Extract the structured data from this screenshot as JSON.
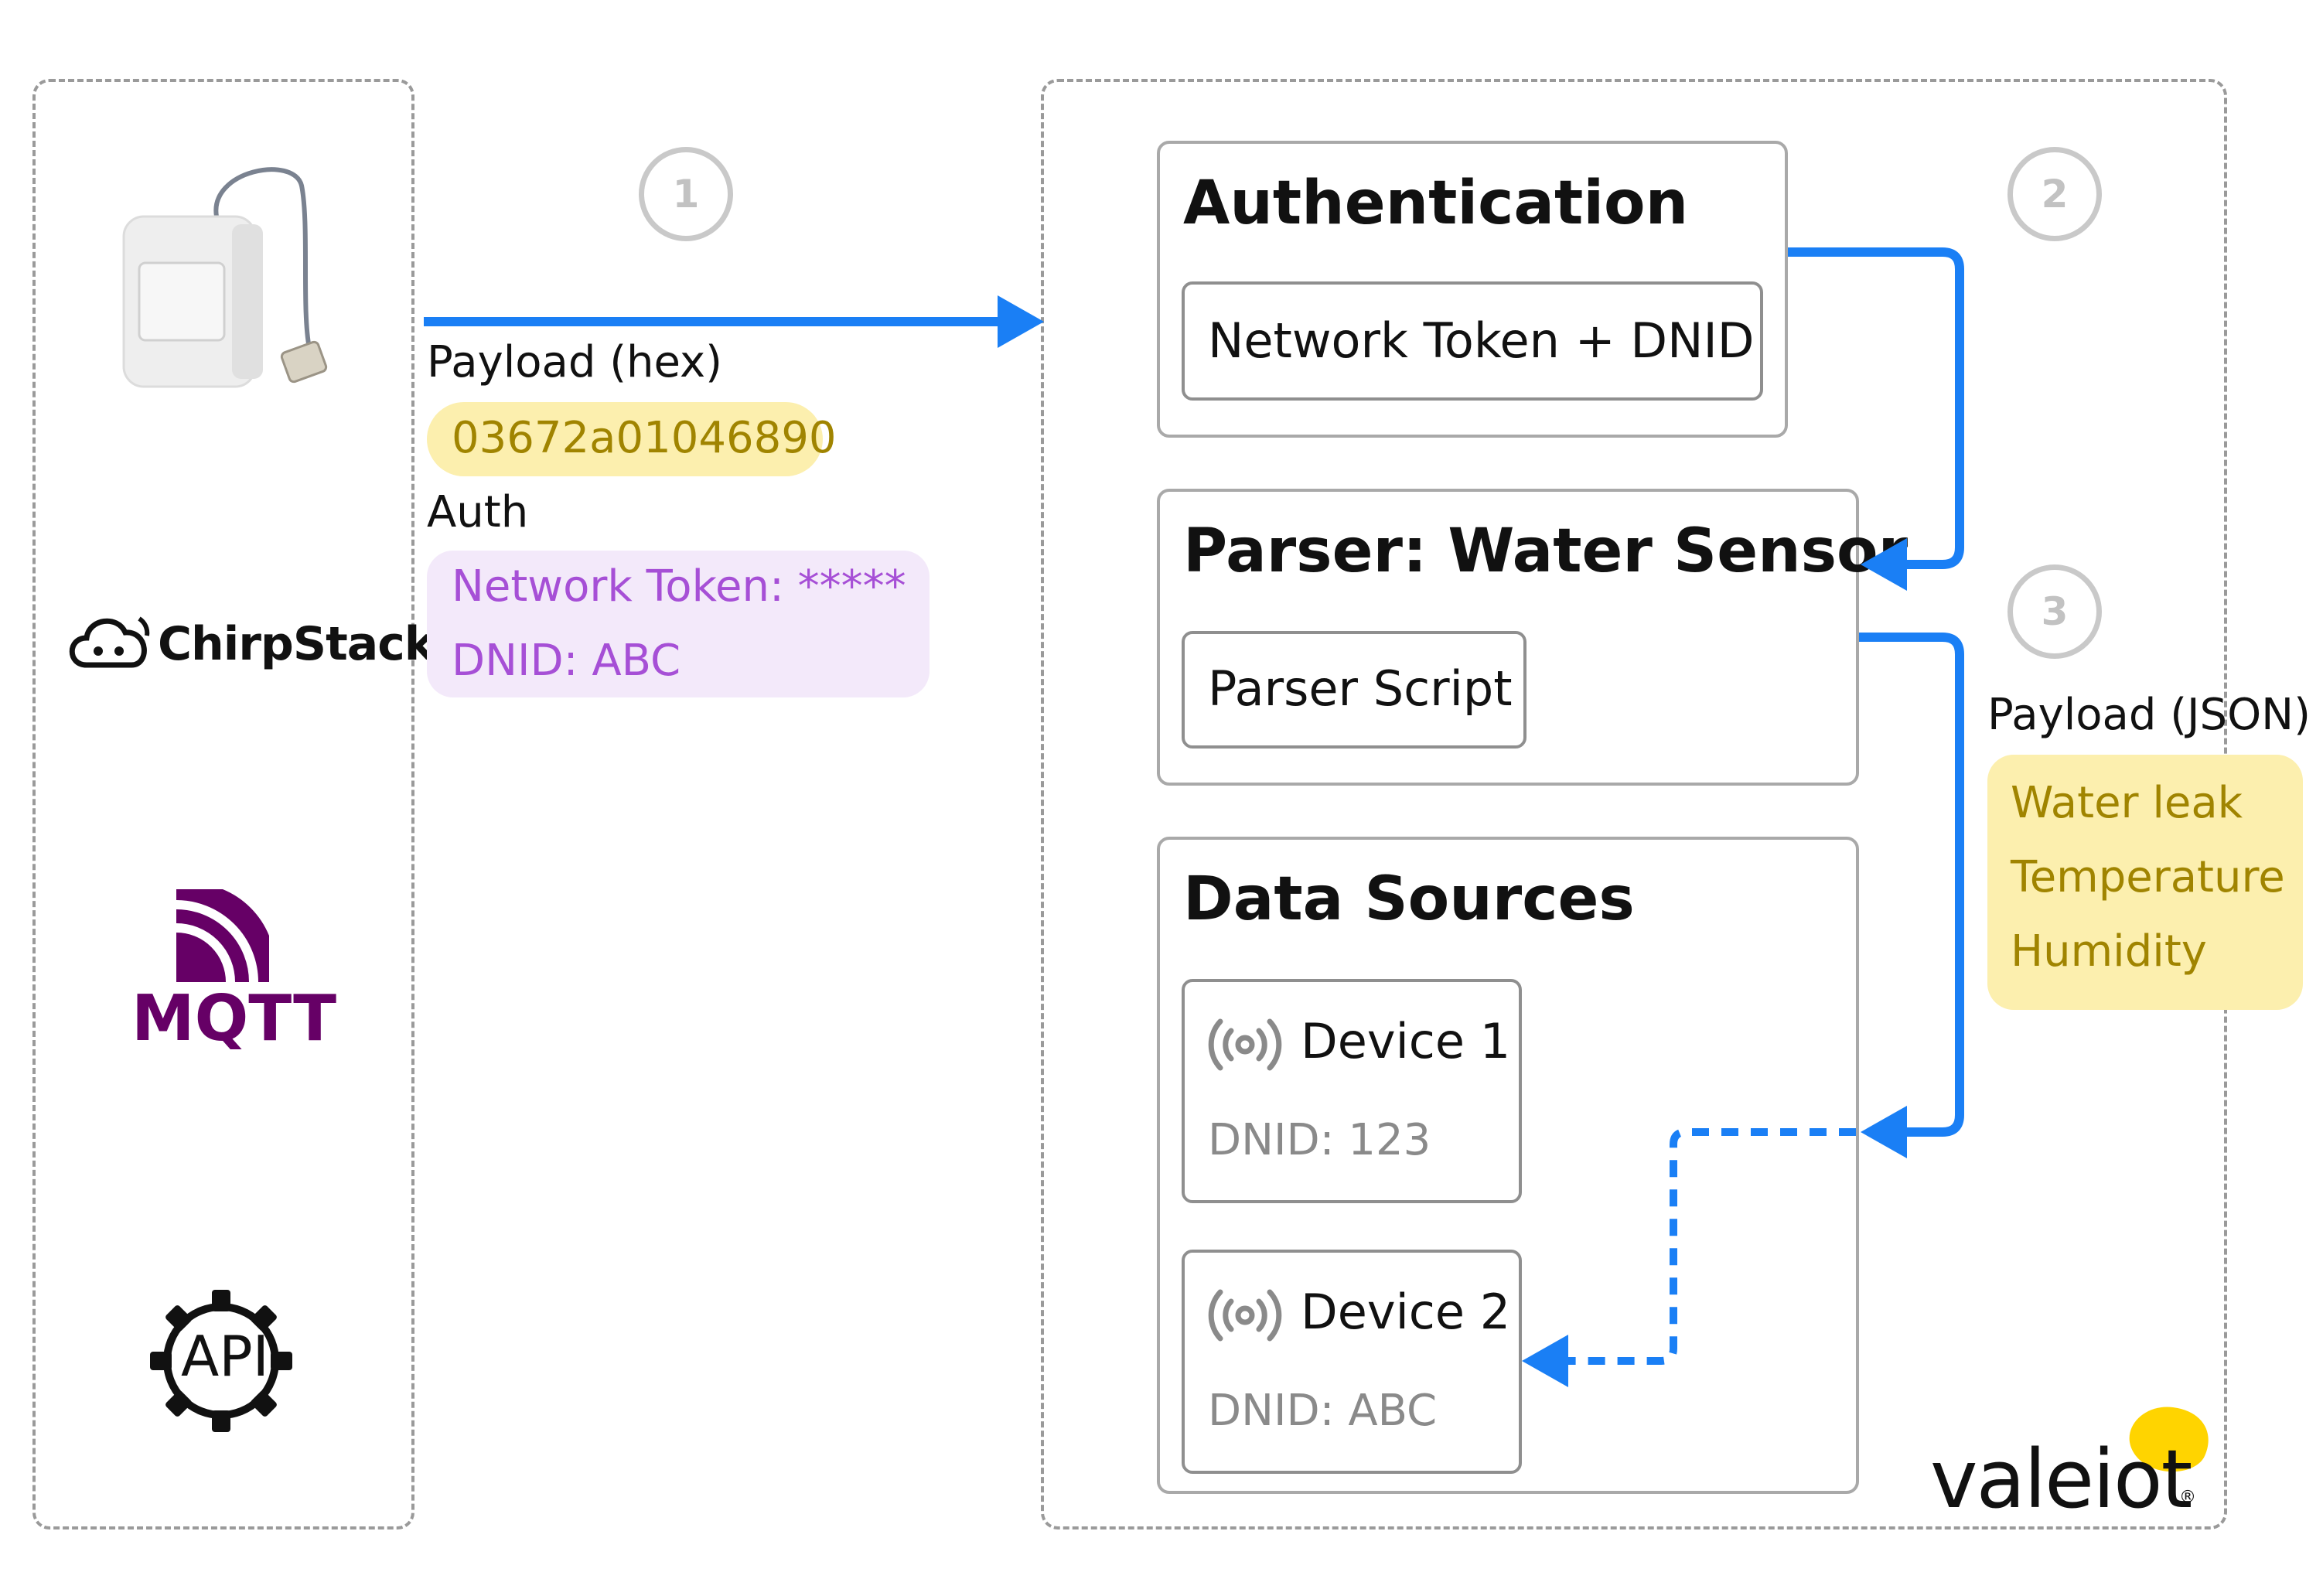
{
  "steps": [
    "1",
    "2",
    "3"
  ],
  "left_panel": {
    "logos": {
      "chirpstack": "ChirpStack",
      "mqtt": "MQTT",
      "api": "API"
    }
  },
  "flow": {
    "payload_hex_label": "Payload (hex)",
    "payload_hex_value": "03672a01046890",
    "auth_label": "Auth",
    "auth_lines": [
      "Network Token: *****",
      "DNID: ABC"
    ],
    "payload_json_label": "Payload (JSON)",
    "payload_json_lines": [
      "Water leak",
      "Temperature",
      "Humidity"
    ]
  },
  "boxes": {
    "authentication": {
      "title": "Authentication",
      "item": "Network Token + DNID"
    },
    "parser": {
      "title": "Parser: Water Sensor",
      "item": "Parser Script"
    },
    "data_sources": {
      "title": "Data Sources",
      "devices": [
        {
          "name": "Device 1",
          "dnid": "DNID: 123",
          "icon": "signal-icon"
        },
        {
          "name": "Device 2",
          "dnid": "DNID: ABC",
          "icon": "signal-icon"
        }
      ]
    }
  },
  "brand": {
    "name": "valeiot",
    "registered": "®"
  },
  "colors": {
    "arrow": "#1a7ff5",
    "hex_pill_bg": "#fcefae",
    "hex_pill_text": "#a08400",
    "auth_pill_bg": "#f3e9fa",
    "auth_pill_text": "#a64fd6",
    "mqtt": "#660066",
    "brand_yellow": "#ffd400"
  }
}
